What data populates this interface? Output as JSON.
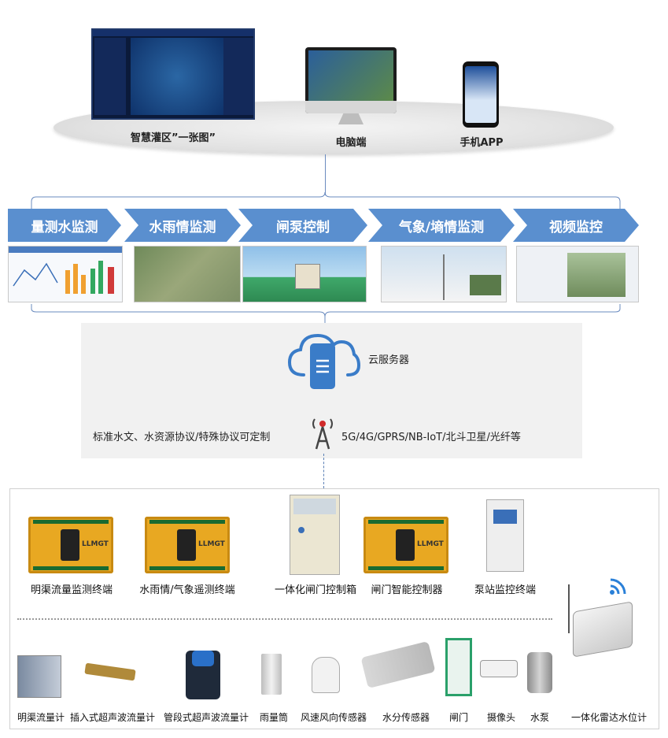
{
  "top_devices": {
    "big_screen_label": "智慧灌区”一张图”",
    "pc_label": "电脑端",
    "app_label": "手机APP"
  },
  "modules": [
    {
      "label": "量测水监测",
      "icon": "chart-screenshot"
    },
    {
      "label": "水雨情监测",
      "icon": "map-screenshot"
    },
    {
      "label": "闸泵控制",
      "icon": "gate-screenshot"
    },
    {
      "label": "气象/墒情监测",
      "icon": "weather-screenshot"
    },
    {
      "label": "视频监控",
      "icon": "video-screenshot"
    }
  ],
  "cloud": {
    "server_label": "云服务器",
    "protocol_label": "标准水文、水资源协议/特殊协议可定制",
    "network_label": "5G/4G/GPRS/NB-IoT/北斗卫星/光纤等"
  },
  "terminals": [
    {
      "label": "明渠流量监测终端",
      "brand": "LLMGT"
    },
    {
      "label": "水雨情/气象遥测终端",
      "brand": "LLMGT"
    },
    {
      "label": "一体化闸门控制箱",
      "brand": ""
    },
    {
      "label": "闸门智能控制器",
      "brand": "LLMGT"
    },
    {
      "label": "泵站监控终端",
      "brand": ""
    }
  ],
  "sensors": [
    {
      "label": "明渠流量计"
    },
    {
      "label": "插入式超声波流量计"
    },
    {
      "label": "管段式超声波流量计"
    },
    {
      "label": "雨量筒"
    },
    {
      "label": "风速风向传感器"
    },
    {
      "label": "水分传感器"
    },
    {
      "label": "闸门"
    },
    {
      "label": "摄像头"
    },
    {
      "label": "水泵"
    }
  ],
  "radar": {
    "label": "一体化雷达水位计"
  },
  "colors": {
    "chevron": "#5a8fcf",
    "accent": "#3a6fb8",
    "terminal": "#e8a822"
  }
}
